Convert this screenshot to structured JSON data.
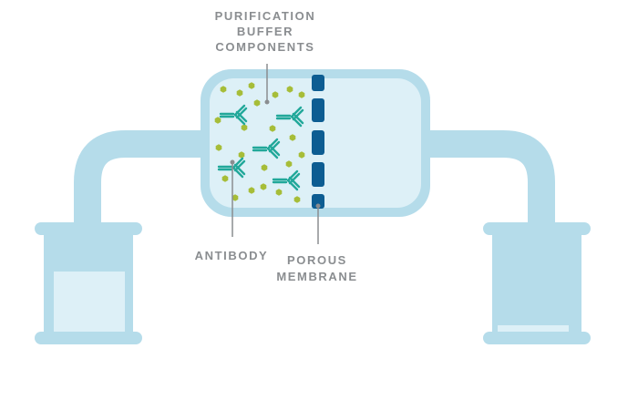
{
  "labels": {
    "buffer": [
      "PURIFICATION",
      "BUFFER",
      "COMPONENTS"
    ],
    "antibody": "ANTIBODY",
    "membrane": [
      "POROUS",
      "MEMBRANE"
    ]
  },
  "colors": {
    "tube": "#b5dcea",
    "chamber_fill": "#ddf0f7",
    "membrane": "#0d5d92",
    "antibody": "#22a89a",
    "buffer_dot": "#a6bd38",
    "label": "#8a8d90",
    "pointer": "#8a8d90"
  },
  "icons": {
    "antibody": "antibody-y-glyph",
    "buffer_component": "hexagon-dot",
    "pointer_tip": "small-circle"
  }
}
